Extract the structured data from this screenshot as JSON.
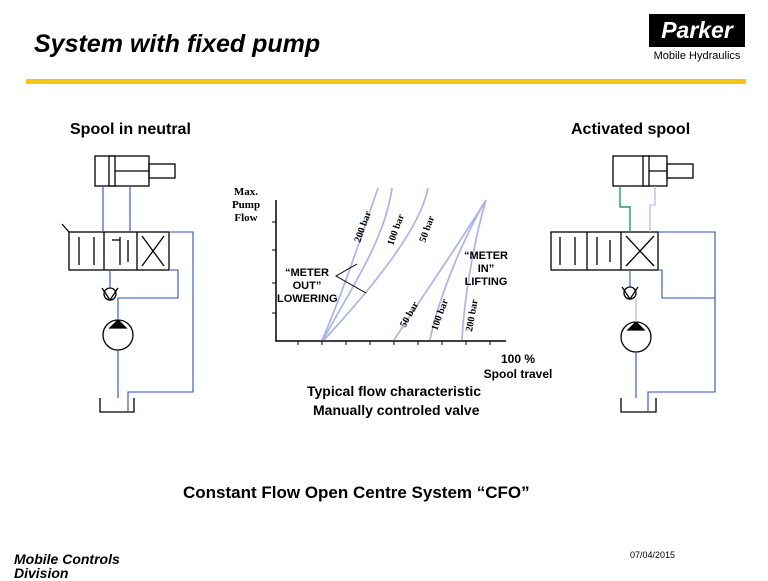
{
  "title": "System with fixed pump",
  "logo": {
    "brand": "Parker",
    "division": "Mobile Hydraulics"
  },
  "left_diagram": {
    "heading": "Spool in neutral"
  },
  "right_diagram": {
    "heading": "Activated spool"
  },
  "graph": {
    "y_axis_label": "Max.\nPump\nFlow",
    "x_axis_label_1": "100 %",
    "x_axis_label_2": "Spool travel",
    "meter_out": "“METER\nOUT”\nLOWERING",
    "meter_in": "“METER\nIN”\nLIFTING",
    "curves_out": [
      "200 bar",
      "100 bar",
      "50 bar"
    ],
    "curves_in": [
      "50 bar",
      "100 bar",
      "200 bar"
    ]
  },
  "caption": {
    "line1": "Typical flow characteristic",
    "line2": "Manually controled valve"
  },
  "footer": {
    "title": "Constant Flow Open Centre System “CFO”",
    "left": "Mobile Controls Division",
    "date": "07/04/2015"
  },
  "colors": {
    "accent_rule": "#f5c518",
    "line_blue": "#2b4fc4",
    "curve_lavender": "#aab4e8",
    "flow_teal": "#1aa36e"
  }
}
